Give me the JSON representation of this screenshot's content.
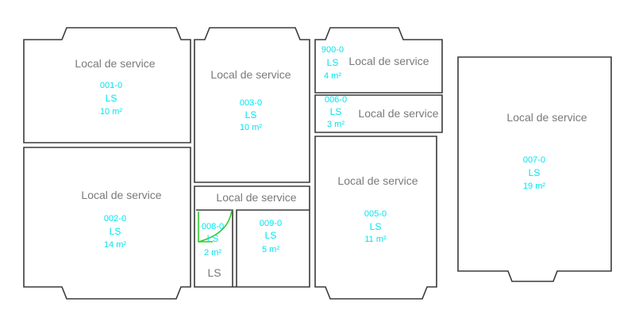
{
  "rooms": [
    {
      "label": "Local de service",
      "code": "001-0",
      "type": "LS",
      "area": "10 m²"
    },
    {
      "label": "Local de service",
      "code": "002-0",
      "type": "LS",
      "area": "14 m²"
    },
    {
      "label": "Local de service",
      "code": "003-0",
      "type": "LS",
      "area": "10 m²"
    },
    {
      "label": "Local de service"
    },
    {
      "code": "008-0",
      "type": "LS",
      "area": "2 m²",
      "sublabel": "LS"
    },
    {
      "code": "009-0",
      "type": "LS",
      "area": "5 m²"
    },
    {
      "label": "Local de service",
      "code": "900-0",
      "type": "LS",
      "area": "4 m²"
    },
    {
      "label": "Local de service",
      "code": "006-0",
      "type": "LS",
      "area": "3 m²"
    },
    {
      "label": "Local de service",
      "code": "005-0",
      "type": "LS",
      "area": "11 m²"
    },
    {
      "label": "Local de service",
      "code": "007-0",
      "type": "LS",
      "area": "19 m²"
    }
  ],
  "colors": {
    "wall": "#3a3a3a",
    "label": "#7a7a7a",
    "code": "#00e5ee",
    "door": "#33cc33"
  }
}
